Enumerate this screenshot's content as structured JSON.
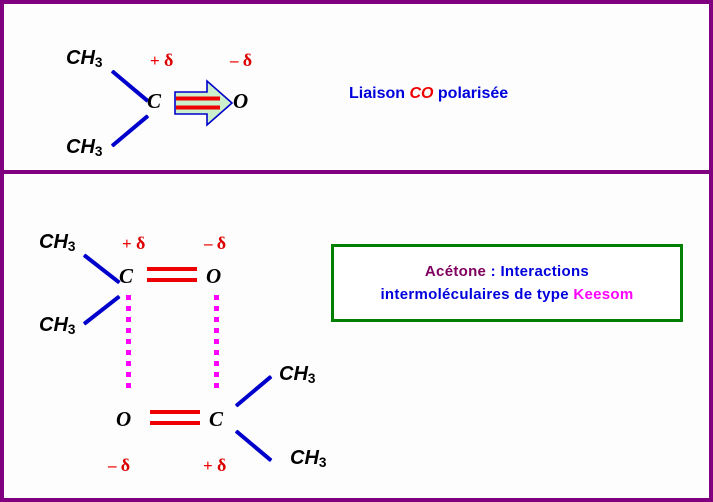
{
  "figure": {
    "title_top": "Liaison CO polarisée",
    "background": "#fdfdfd",
    "frame_color": "#800080",
    "divider_color": "#800080"
  },
  "colors": {
    "frame_purple": "#800080",
    "bond_blue": "#0000cc",
    "bond_red": "#ee0000",
    "dipole_red": "#ee0000",
    "hbond_magenta": "#ff00ff",
    "text_blue": "#0000dd",
    "text_purple": "#800060",
    "text_magenta": "#ff00ff",
    "box_green": "#008000",
    "arrow_fill": "#ccf0cc",
    "arrow_stroke": "#0000cc"
  },
  "top_panel": {
    "molecule": {
      "name": "acetone-polarised-bond",
      "methyl_upper": "CH",
      "methyl_upper_sub": "3",
      "methyl_lower": "CH",
      "methyl_lower_sub": "3",
      "carbon": "C",
      "oxygen": "O",
      "charge_carbon": "+",
      "charge_carbon_symbol": "δ",
      "charge_oxygen": "–",
      "charge_oxygen_symbol": "δ"
    },
    "caption": {
      "part1": "Liaison ",
      "part2": "CO",
      "part3": " polarisée"
    }
  },
  "bottom_panel": {
    "molecule_upper": {
      "name": "acetone-upper",
      "methyl_upper": "CH",
      "methyl_upper_sub": "3",
      "methyl_lower": "CH",
      "methyl_lower_sub": "3",
      "carbon": "C",
      "oxygen": "O",
      "charge_carbon": "+",
      "charge_carbon_symbol": "δ",
      "charge_oxygen": "–",
      "charge_oxygen_symbol": "δ"
    },
    "molecule_lower": {
      "name": "acetone-lower",
      "methyl_upper": "CH",
      "methyl_upper_sub": "3",
      "methyl_lower": "CH",
      "methyl_lower_sub": "3",
      "carbon": "C",
      "oxygen": "O",
      "charge_carbon": "+",
      "charge_carbon_symbol": "δ",
      "charge_oxygen": "–",
      "charge_oxygen_symbol": "δ"
    },
    "info_box": {
      "line1_part1": "Acétone",
      "line1_part2": " : ",
      "line1_part3": "Interactions",
      "line2_part1": "intermoléculaires de type ",
      "line2_part2": "Keesom"
    }
  }
}
